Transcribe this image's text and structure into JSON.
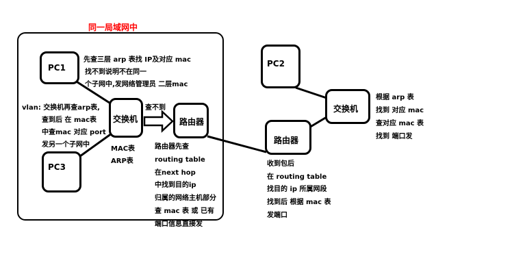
{
  "title": "同一局域网中",
  "title_color": "#ff0000",
  "nodes": {
    "pc1": "PC1",
    "pc2": "PC2",
    "pc3": "PC3",
    "switch_left": "交换机",
    "router_left": "路由器",
    "switch_right": "交换机",
    "router_right": "路由器"
  },
  "arrow_label": "查不到",
  "pc1_note": [
    "先查三层 arp 表找 IP及对应 mac",
    "找不到说明不在同一",
    "个子网中,发网络管理员 二层mac"
  ],
  "vlan_note": [
    "vlan: 交换机再查arp表,",
    "查到后 在 mac表",
    "中查mac 对应 port",
    "发另一个子网中"
  ],
  "switch_tables": [
    "MAC表",
    "ARP表"
  ],
  "router_left_note": [
    "路由器先查",
    "routing table",
    "在next hop",
    "中找到目的ip",
    "归属的网络主机部分",
    "查 mac 表 或 已有",
    "端口信息直接发"
  ],
  "router_right_note": [
    "收到包后",
    "在 routing table",
    "找目的 ip 所属网段",
    "找到后 根据 mac 表",
    "发端口"
  ],
  "switch_right_note": [
    "根据  arp 表",
    "找到 对应 mac",
    "查对应 mac 表",
    "找到 端口发"
  ]
}
